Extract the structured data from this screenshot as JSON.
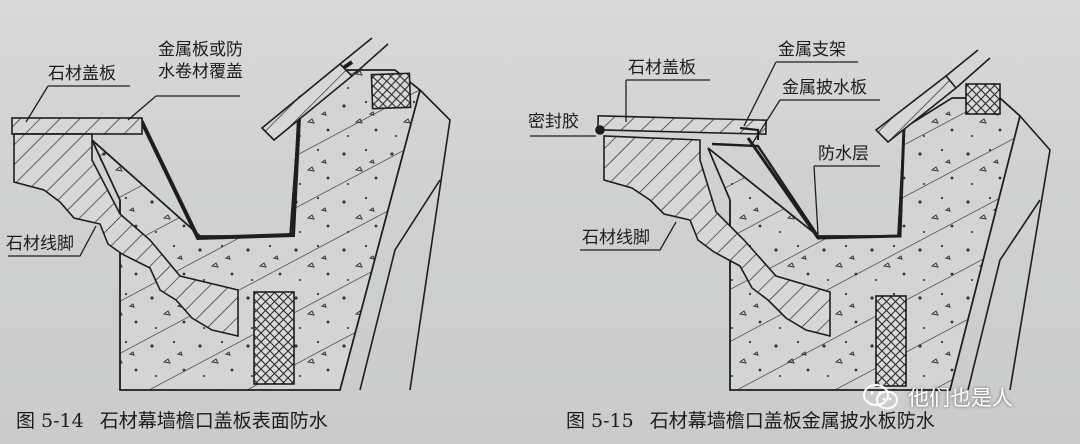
{
  "figure_left": {
    "labels": {
      "cover_plate": "石材盖板",
      "metal_or_membrane_line1": "金属板或防",
      "metal_or_membrane_line2": "水卷材覆盖",
      "stone_base": "石材线脚"
    },
    "caption_number": "图 5-14",
    "caption_title": "石材幕墙檐口盖板表面防水"
  },
  "figure_right": {
    "labels": {
      "cover_plate": "石材盖板",
      "metal_bracket": "金属支架",
      "metal_flashing": "金属披水板",
      "sealant": "密封胶",
      "waterproof_layer": "防水层",
      "stone_base": "石材线脚"
    },
    "caption_number": "图 5-15",
    "caption_title": "石材幕墙檐口盖板金属披水板防水"
  },
  "watermark": {
    "text": "他们也是人",
    "icon": "wechat-icon"
  },
  "colors": {
    "paper": "#cfd2d0",
    "ink": "#1a1a1a",
    "watermark": "#ffffff"
  }
}
